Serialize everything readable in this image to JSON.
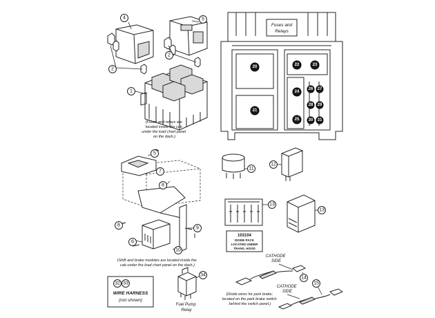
{
  "notes": {
    "fuses_relays_location": [
      "(Fuses and relays are",
      "located inside the cab",
      "under the load chart panel",
      "on the dash.)"
    ],
    "modules_location": [
      "(Shift and brake modules are located inside the",
      "cab under the load chart panel on the dash.)"
    ],
    "diode_wires": [
      "(Diode wires for park brake;",
      "located on the park brake switch",
      "behind the switch panel.)"
    ]
  },
  "fuse_panel": {
    "title_line1": "Fuses and",
    "title_line2": "Relays"
  },
  "fuse_numbers": [
    "20",
    "21",
    "22",
    "23",
    "24",
    "25",
    "26",
    "27",
    "28",
    "29",
    "30",
    "31"
  ],
  "diode_pack": {
    "part_number": "103104",
    "line1": "DIODE PACK",
    "line2": "LOCATED UNDER",
    "line3": "TRANS. HOOD"
  },
  "cathode_labels": {
    "upper_1": "CATHODE",
    "upper_2": "SIDE",
    "lower_1": "CATHODE",
    "lower_2": "SIDE"
  },
  "wire_harness": {
    "num_a": "32",
    "num_b": "33",
    "line1": "WIRE HARNESS",
    "line2": "(not shown)"
  },
  "fuel_pump": {
    "line1": "Fuel Pump",
    "line2": "Relay"
  },
  "callouts": [
    "1",
    "2",
    "2",
    "3",
    "4",
    "5",
    "5",
    "6",
    "7",
    "8",
    "8",
    "9",
    "10",
    "11",
    "12",
    "13",
    "14",
    "15",
    "34"
  ]
}
